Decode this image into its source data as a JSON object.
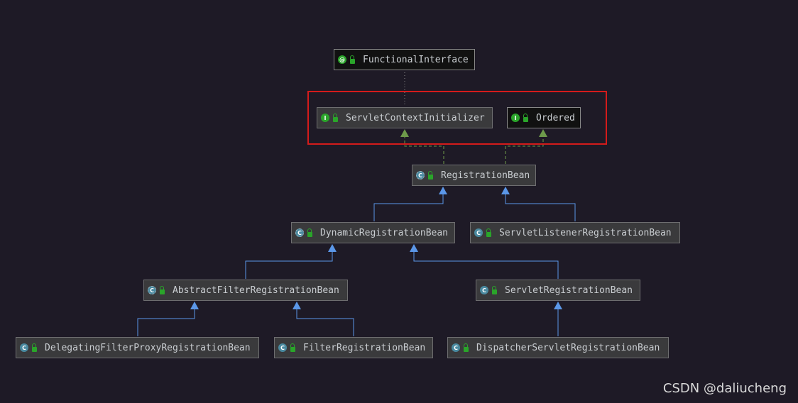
{
  "nodes": {
    "functional_interface": {
      "label": "FunctionalInterface",
      "kind": "annotation",
      "kind_glyph": "@"
    },
    "servlet_context_initializer": {
      "label": "ServletContextInitializer",
      "kind": "interface",
      "kind_glyph": "I"
    },
    "ordered": {
      "label": "Ordered",
      "kind": "interface",
      "kind_glyph": "I"
    },
    "registration_bean": {
      "label": "RegistrationBean",
      "kind": "abstract-class",
      "kind_glyph": "C"
    },
    "dynamic_registration_bean": {
      "label": "DynamicRegistrationBean",
      "kind": "abstract-class",
      "kind_glyph": "C"
    },
    "servlet_listener_registration_bean": {
      "label": "ServletListenerRegistrationBean",
      "kind": "class",
      "kind_glyph": "C"
    },
    "abstract_filter_registration_bean": {
      "label": "AbstractFilterRegistrationBean",
      "kind": "abstract-class",
      "kind_glyph": "C"
    },
    "servlet_registration_bean": {
      "label": "ServletRegistrationBean",
      "kind": "class",
      "kind_glyph": "C"
    },
    "delegating_filter_proxy_registration_bean": {
      "label": "DelegatingFilterProxyRegistrationBean",
      "kind": "class",
      "kind_glyph": "C"
    },
    "filter_registration_bean": {
      "label": "FilterRegistrationBean",
      "kind": "class",
      "kind_glyph": "C"
    },
    "dispatcher_servlet_registration_bean": {
      "label": "DispatcherServletRegistrationBean",
      "kind": "class",
      "kind_glyph": "C"
    }
  },
  "edges": [
    {
      "from": "servlet_context_initializer",
      "to": "functional_interface",
      "type": "annotation"
    },
    {
      "from": "registration_bean",
      "to": "servlet_context_initializer",
      "type": "implements"
    },
    {
      "from": "registration_bean",
      "to": "ordered",
      "type": "implements"
    },
    {
      "from": "dynamic_registration_bean",
      "to": "registration_bean",
      "type": "extends"
    },
    {
      "from": "servlet_listener_registration_bean",
      "to": "registration_bean",
      "type": "extends"
    },
    {
      "from": "abstract_filter_registration_bean",
      "to": "dynamic_registration_bean",
      "type": "extends"
    },
    {
      "from": "servlet_registration_bean",
      "to": "dynamic_registration_bean",
      "type": "extends"
    },
    {
      "from": "delegating_filter_proxy_registration_bean",
      "to": "abstract_filter_registration_bean",
      "type": "extends"
    },
    {
      "from": "filter_registration_bean",
      "to": "abstract_filter_registration_bean",
      "type": "extends"
    },
    {
      "from": "dispatcher_servlet_registration_bean",
      "to": "servlet_registration_bean",
      "type": "extends"
    }
  ],
  "colors": {
    "background": "#1e1a26",
    "extends_edge": "#5b97e8",
    "implements_edge": "#6d9a4a",
    "annotation_edge": "#8a8a8a",
    "highlight": "#d41b1b"
  },
  "watermark": "CSDN @daliucheng"
}
